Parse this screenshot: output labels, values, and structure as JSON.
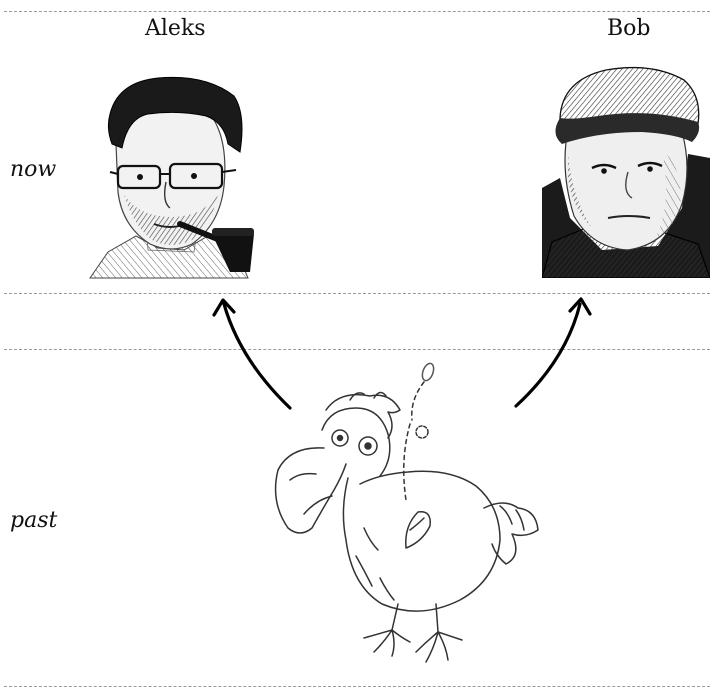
{
  "diagram": {
    "people": [
      {
        "name": "Aleks"
      },
      {
        "name": "Bob"
      }
    ],
    "rows": {
      "now": "now",
      "past": "past"
    },
    "pictures": {
      "left_portrait": "sketch-portrait-with-glasses-and-pipe",
      "right_portrait": "sketch-portrait-with-camouflage-cap",
      "ancestor": "dodo-bird-sketch"
    },
    "colors": {
      "dashed_rule": "#9a9a9a",
      "arrow": "#000000"
    }
  }
}
